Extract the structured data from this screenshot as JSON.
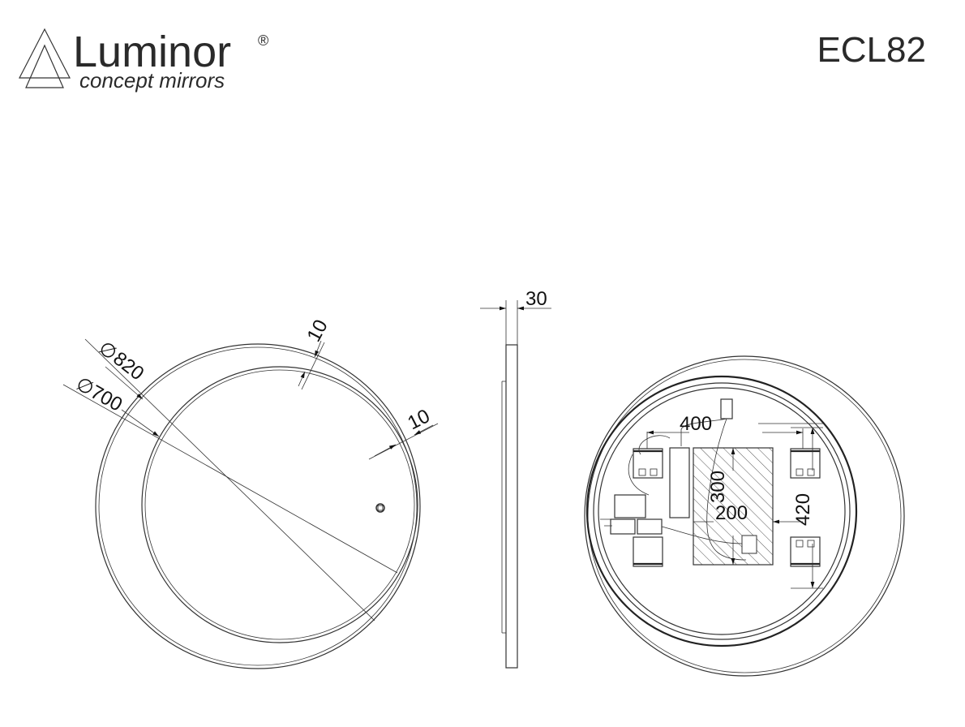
{
  "brand": {
    "name": "Luminor",
    "registered_mark": "®",
    "tagline": "concept mirrors"
  },
  "model_code": "ECL82",
  "dimensions": {
    "outer_diameter": "820",
    "inner_diameter": "700",
    "ring_width_top": "10",
    "ring_width_side": "10",
    "depth": "30",
    "bracket_span_horizontal": "400",
    "bracket_span_vertical": "420",
    "box_height": "300",
    "box_width": "200"
  },
  "diameter_symbol": "∅",
  "colors": {
    "line": "#333333",
    "hatch": "#555555"
  }
}
